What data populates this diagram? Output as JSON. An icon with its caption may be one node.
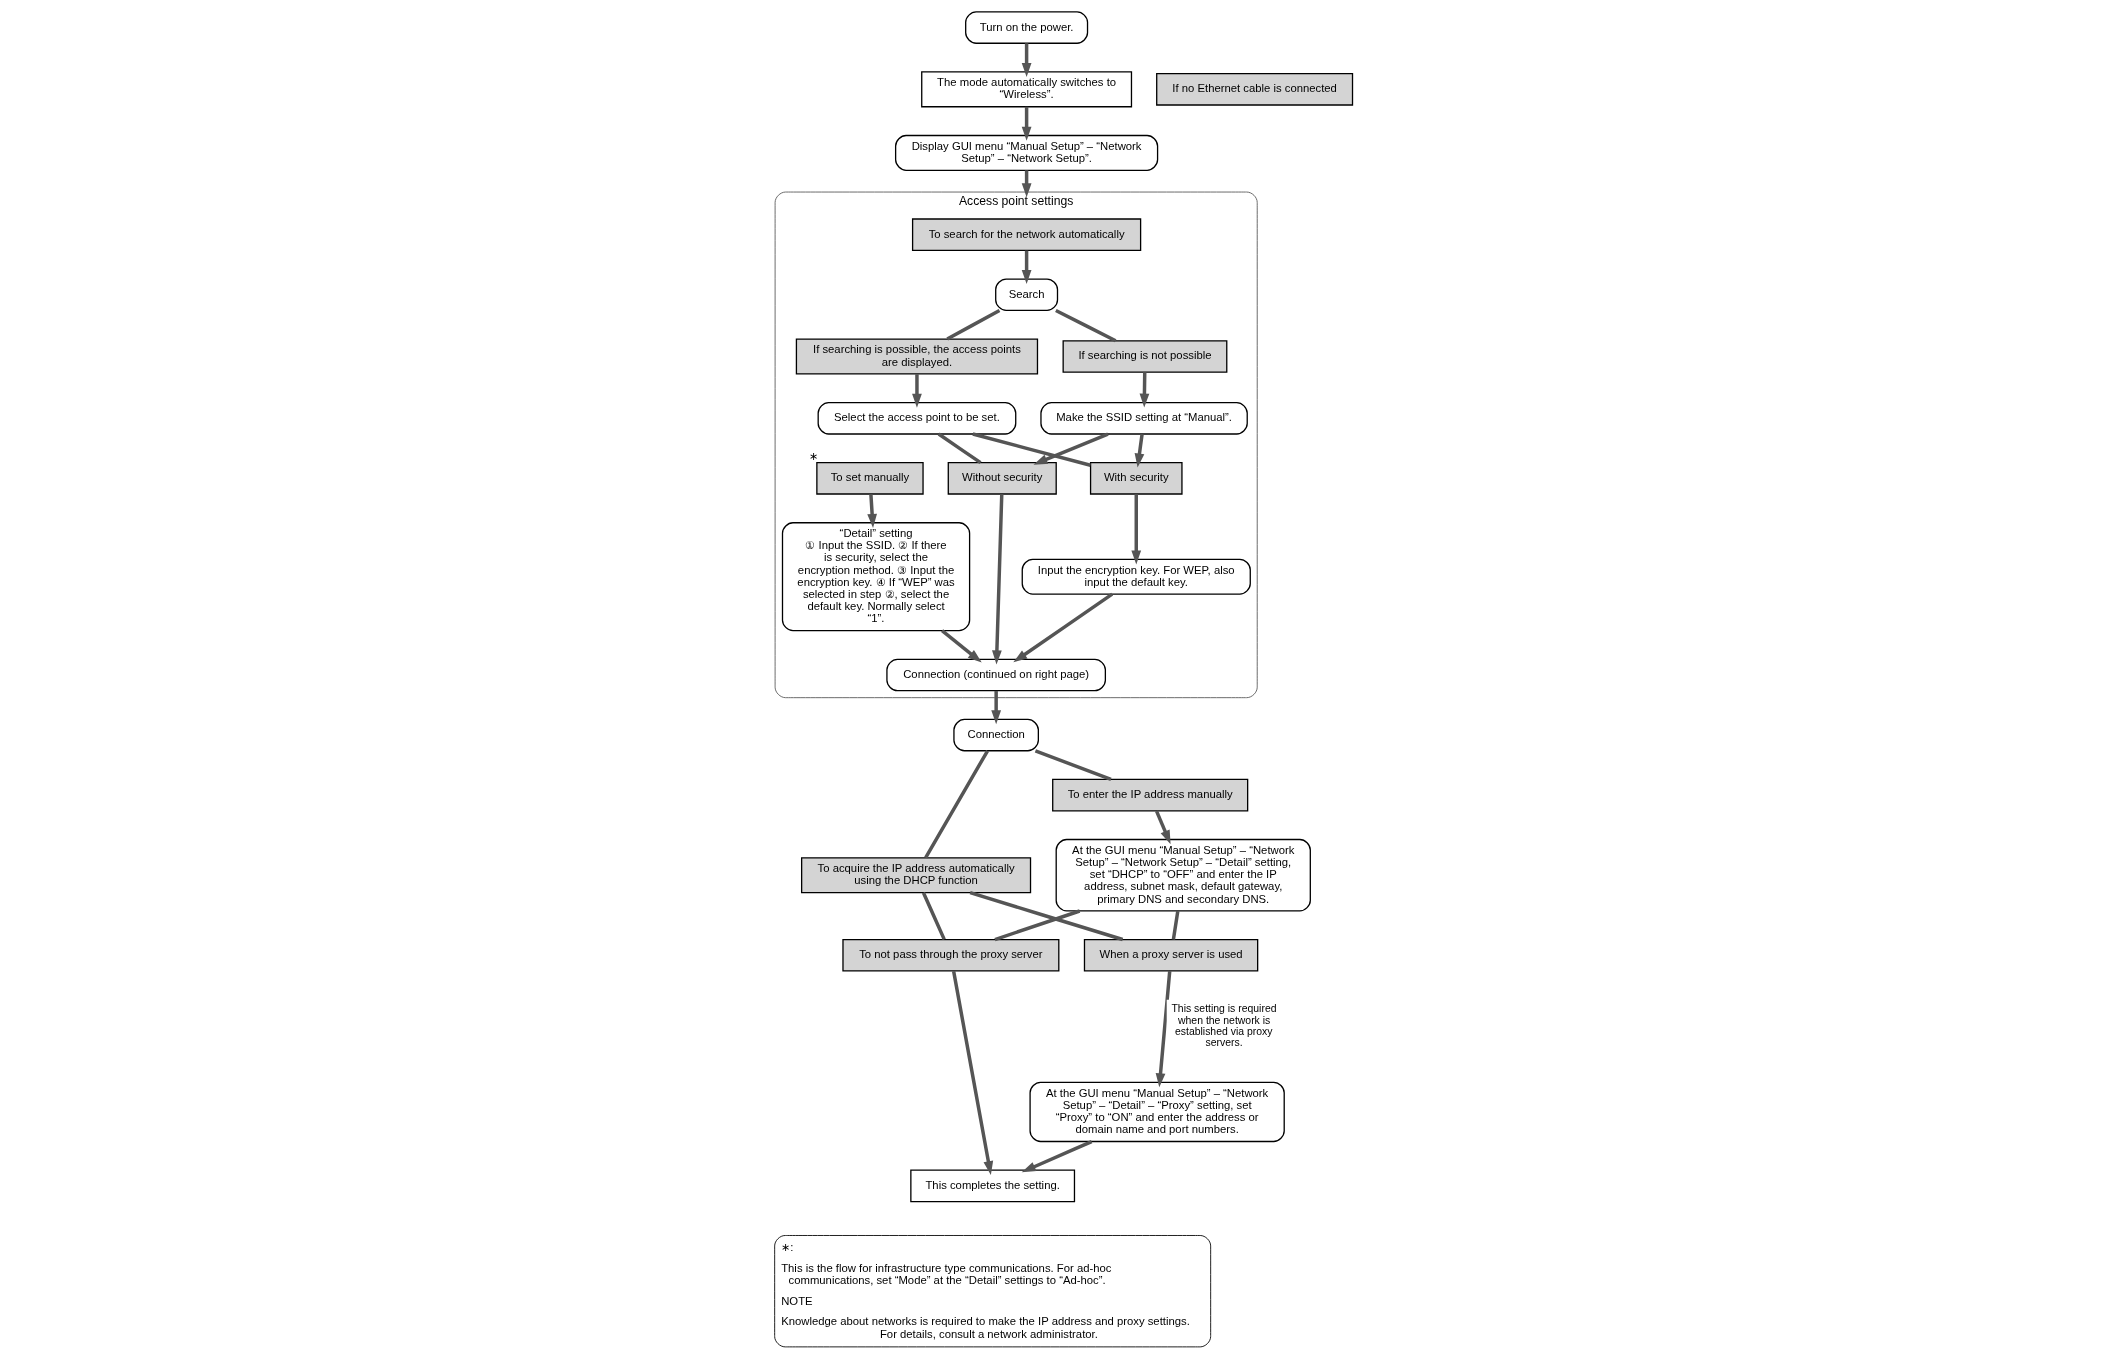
{
  "diagram": {
    "nodes": [
      {
        "text": [
          "Turn on the power."
        ]
      },
      {
        "text": [
          "If no Ethernet cable is connected"
        ]
      },
      {
        "text": [
          "The mode automatically switches to “Wireless”."
        ]
      },
      {
        "text": [
          "Display GUI menu “Manual Setup” – “Network Setup” – “Network Setup”."
        ]
      },
      {
        "text": [
          "Access point settings"
        ]
      },
      {
        "text": [
          "To search for the network automatically"
        ],
        "in": 4
      },
      {
        "text": [
          "To set manually"
        ],
        "in": 4,
        "beside": [
          "∗"
        ]
      },
      {
        "text": [
          "Search"
        ],
        "in": 4
      },
      {
        "text": [
          "“Detail” setting",
          "① Input the SSID. ② If there is security, select the encryption method. ③ Input the encryption key. ④ If “WEP” was selected in step ②, select the default key. Normally select “1”."
        ],
        "in": 4
      },
      {
        "text": [
          "If searching is possible, the access points are displayed."
        ],
        "in": 4
      },
      {
        "text": [
          "If searching is not possible"
        ],
        "in": 4
      },
      {
        "text": [
          "Select the access point to be set."
        ],
        "in": 4
      },
      {
        "text": [
          "Make the SSID setting at “Manual”."
        ],
        "in": 4
      },
      {
        "text": [
          "Without security"
        ],
        "in": 4
      },
      {
        "text": [
          "With security"
        ],
        "in": 4
      },
      {
        "text": [
          "Input the encryption key. For WEP, also input the default key."
        ],
        "in": 4
      },
      {
        "text": [
          "Connection (continued on right page)"
        ],
        "in": 4
      },
      {
        "text": [
          "Connection"
        ]
      },
      {
        "text": [
          "To acquire the IP address automatically using the DHCP function"
        ]
      },
      {
        "text": [
          "To enter the IP address manually"
        ]
      },
      {
        "text": [
          "At the GUI menu “Manual Setup” – “Network Setup” – “Network Setup” – “Detail” setting, set “DHCP” to “OFF” and enter the IP address, subnet mask, default gateway, primary DNS and secondary DNS."
        ]
      },
      {
        "text": [
          "To not pass through the proxy server"
        ]
      },
      {
        "text": [
          "When a proxy server is used"
        ]
      },
      {
        "text": [
          "At the GUI menu “Manual Setup” – “Network Setup” – “Detail” – “Proxy” setting, set “Proxy” to “ON” and enter the address or domain name and port numbers."
        ]
      },
      {
        "text": [
          "This completes the setting."
        ]
      }
    ],
    "edges": [
      {
        "from": 0,
        "to": 2,
        "arrow": "to"
      },
      {
        "from": 2,
        "to": 3,
        "arrow": "to"
      },
      {
        "from": 3,
        "to": 4,
        "arrow": "to"
      },
      {
        "from": 5,
        "to": 7,
        "arrow": "to"
      },
      {
        "from": 6,
        "to": 8,
        "arrow": "to"
      },
      {
        "from": 7,
        "to": 9,
        "arrow": "none"
      },
      {
        "from": 7,
        "to": 10,
        "arrow": "none"
      },
      {
        "from": 9,
        "to": 11,
        "arrow": "to"
      },
      {
        "from": 10,
        "to": 12,
        "arrow": "to"
      },
      {
        "from": 11,
        "to": 13,
        "arrow": "none"
      },
      {
        "from": 11,
        "to": 14,
        "arrow": "none"
      },
      {
        "from": 12,
        "to": 13,
        "arrow": "to"
      },
      {
        "from": 12,
        "to": 14,
        "arrow": "to"
      },
      {
        "from": 13,
        "to": 16,
        "arrow": "to"
      },
      {
        "from": 14,
        "to": 15,
        "arrow": "to"
      },
      {
        "from": 15,
        "to": 16,
        "arrow": "to"
      },
      {
        "from": 8,
        "to": 16,
        "arrow": "to"
      },
      {
        "from": 16,
        "to": 17,
        "arrow": "to"
      },
      {
        "from": 17,
        "to": 18,
        "arrow": "none"
      },
      {
        "from": 17,
        "to": 19,
        "arrow": "none"
      },
      {
        "from": 19,
        "to": 20,
        "arrow": "to"
      },
      {
        "from": 18,
        "to": 21,
        "arrow": "none"
      },
      {
        "from": 18,
        "to": 22,
        "arrow": "none"
      },
      {
        "from": 20,
        "to": 21,
        "arrow": "none"
      },
      {
        "from": 20,
        "to": 22,
        "arrow": "none"
      },
      {
        "from": 21,
        "to": 24,
        "arrow": "to"
      },
      {
        "from": 22,
        "to": 23,
        "arrow": "to",
        "label": "This setting is required when the network is established via proxy servers."
      },
      {
        "from": 23,
        "to": 24,
        "arrow": "to"
      }
    ],
    "labels": [
      "∗:",
      "This is the flow for infrastructure type communications. For ad-hoc communications, set “Mode” at the “Detail” settings to “Ad-hoc”.",
      "NOTE",
      "Knowledge about networks is required to make the IP address and proxy settings. For details, consult a network administrator."
    ]
  }
}
